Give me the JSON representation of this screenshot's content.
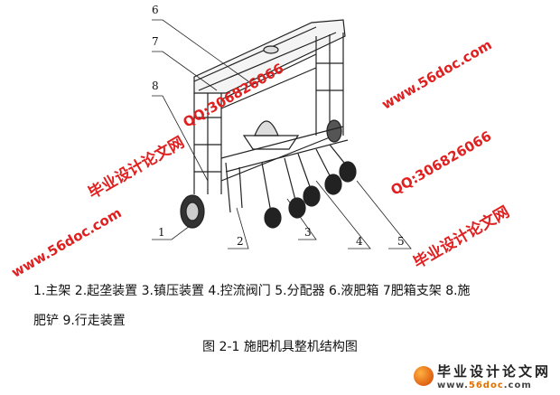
{
  "figure": {
    "part_labels": [
      "6",
      "7",
      "8",
      "1",
      "2",
      "3",
      "4",
      "5"
    ],
    "legend_line1": "1.主架 2.起垄装置 3.镇压装置 4.控流阀门 5.分配器 6.液肥箱 7肥箱支架 8.施",
    "legend_line2": "肥铲 9.行走装置",
    "caption": "图 2-1   施肥机具整机结构图"
  },
  "watermarks": {
    "site_name": "毕业设计论文网",
    "qq": "QQ:306826066",
    "url": "www.56doc.com"
  },
  "logo": {
    "name": "毕业设计论文网",
    "url_prefix": "www.",
    "url_mid": "56doc",
    "url_suffix": ".com"
  }
}
